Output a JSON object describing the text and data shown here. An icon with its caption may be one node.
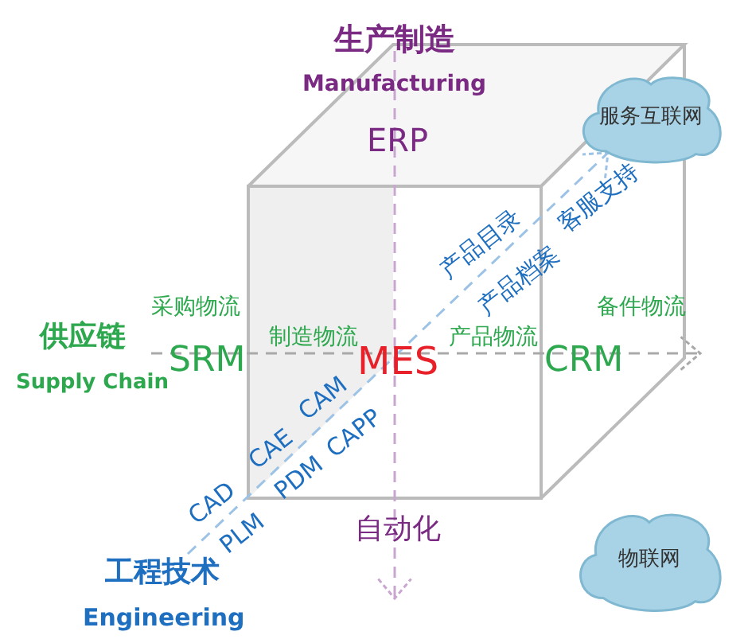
{
  "diagram": {
    "nodes": [
      {
        "text": [
          "服务互联网"
        ]
      },
      {
        "text": [
          "物联网"
        ]
      }
    ],
    "edges": [],
    "labels": [
      "生产制造",
      "Manufacturing",
      "ERP",
      "产品目录",
      "客服支持",
      "产品档案",
      "采购物流",
      "备件物流",
      "供应链",
      "制造物流",
      "产品物流",
      "SRM",
      "MES",
      "CRM",
      "Supply Chain",
      "CAM",
      "CAE",
      "CAPP",
      "CAD",
      "PDM",
      "PLM",
      "自动化",
      "工程技术",
      "Engineering"
    ]
  }
}
